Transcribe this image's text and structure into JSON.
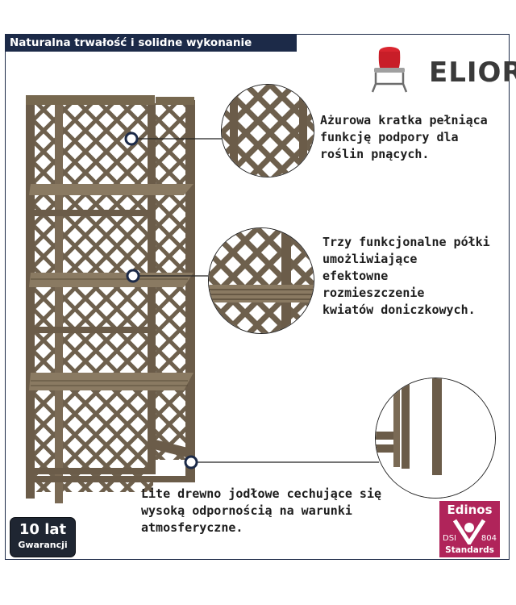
{
  "header": {
    "title": "Naturalna trwałość i solidne wykonanie"
  },
  "logo": {
    "name": "ELIOR",
    "icon": "chair-icon"
  },
  "features": [
    {
      "text": "Ażurowa kratka pełniąca\nfunkcję podpory dla\nroślin pnących."
    },
    {
      "text": "Trzy funkcjonalne półki\numożliwiające\nefektowne\nrozmieszczenie\nkwiatów doniczkowych."
    },
    {
      "text": "Lite drewno jodłowe cechujące się\nwysoką odpornością na warunki\natmosferyczne."
    }
  ],
  "warranty_badge": {
    "years": "10 lat",
    "label": "Gwarancji"
  },
  "edinos_badge": {
    "brand": "Edinos",
    "dsi": "DSI",
    "number": "804",
    "standards": "Standards"
  },
  "colors": {
    "navy": "#1c2a48",
    "wood": "#6e604d",
    "magenta": "#b0245a"
  }
}
